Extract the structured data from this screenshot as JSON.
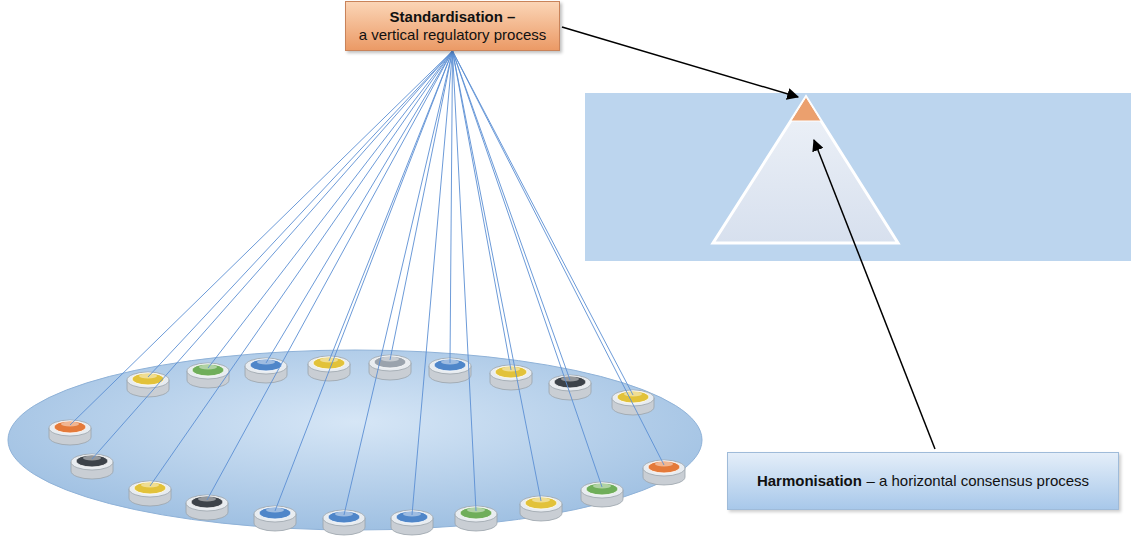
{
  "diagram": {
    "nodes": [
      {
        "text": [
          "Standardisation –",
          "a vertical regulatory process"
        ]
      },
      {
        "text": [
          "Harmonisation",
          "– a horizontal consensus process"
        ]
      }
    ]
  }
}
